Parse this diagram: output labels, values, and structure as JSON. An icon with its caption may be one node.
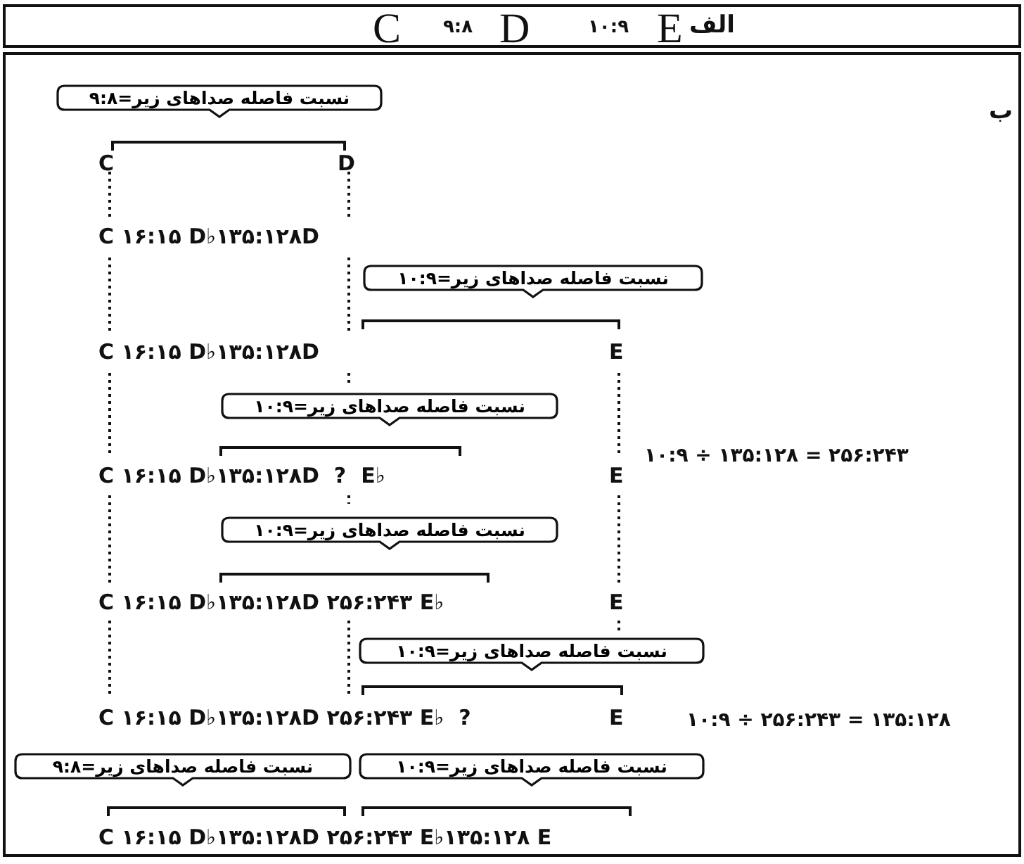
{
  "diagram": {
    "nodes": [
      {
        "text": [
          "نسبت فاصله صداهای زیر=۹:۸"
        ]
      },
      {
        "text": [
          "نسبت فاصله صداهای زیر=۱۰:۹"
        ]
      },
      {
        "text": [
          "نسبت فاصله صداهای زیر=۱۰:۹"
        ]
      },
      {
        "text": [
          "نسبت فاصله صداهای زیر=۱۰:۹"
        ]
      },
      {
        "text": [
          "نسبت فاصله صداهای زیر=۱۰:۹"
        ]
      },
      {
        "text": [
          "نسبت فاصله صداهای زیر=۹:۸"
        ]
      },
      {
        "text": [
          "نسبت فاصله صداهای زیر=۱۰:۹"
        ]
      }
    ],
    "labels": [
      "C",
      "۹:۸",
      "D",
      "۱۰:۹",
      "E",
      "الف",
      "ب",
      "C",
      "D",
      "C ۱۶:۱۵ D♭۱۳۵:۱۲۸D",
      "C ۱۶:۱۵ D♭۱۳۵:۱۲۸D",
      "E",
      "C ۱۶:۱۵ D♭۱۳۵:۱۲۸D  ?  E♭",
      "E",
      "۱۰:۹ ÷ ۱۳۵:۱۲۸ = ۲۵۶:۲۴۳",
      "C ۱۶:۱۵ D♭۱۳۵:۱۲۸D ۲۵۶:۲۴۳ E♭",
      "E",
      "C ۱۶:۱۵ D♭۱۳۵:۱۲۸D ۲۵۶:۲۴۳ E♭  ?",
      "E",
      "۱۰:۹ ÷ ۲۵۶:۲۴۳ = ۱۳۵:۱۲۸",
      "C ۱۶:۱۵ D♭۱۳۵:۱۲۸D ۲۵۶:۲۴۳ E♭۱۳۵:۱۲۸ E"
    ]
  }
}
